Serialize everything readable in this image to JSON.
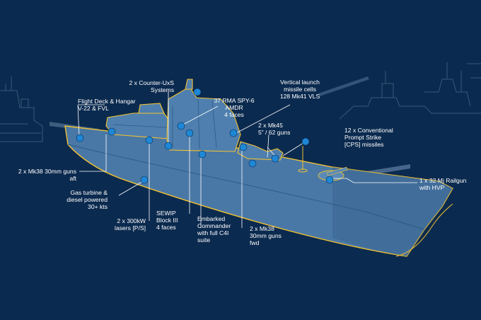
{
  "colors": {
    "background": "#0b2a4f",
    "hull": "#4a78a6",
    "hull_dark": "#3c6692",
    "outline": "#f2c230",
    "dot": "#1e87d6",
    "leader": "#ffffff",
    "ghost": "#3a5878"
  },
  "callouts": {
    "counter_uxs": "2 x Counter-UxS\nSystems",
    "vls": "Vertical launch\nmissile cells\n128 Mk41 VLS",
    "spy6": "37 RMA SPY-6\nAMDR\n4 faces",
    "flight_deck": "Flight Deck & Hangar\nV-22 & FVL",
    "mk45": "2 x Mk45\n5” / 62 guns",
    "cps": "12 x Conventional\nPrompt Strike\n[CPS] missiles",
    "mk38_aft": "2 x Mk38 30mm guns\naft",
    "railgun": "1 x 32 Mj Railgun\nwith HVP",
    "propulsion": "Gas turbine &\ndiesel powered\n30+ kts",
    "lasers": "2 x 300kW\nlasers [P/S]",
    "sewip": "SEWIP\nBlock III\n4 faces",
    "commander": "Embarked\nCommander\nwith full C4I\nsuite",
    "mk38_fwd": "2 x Mk38\n30mm guns\nfwd"
  }
}
